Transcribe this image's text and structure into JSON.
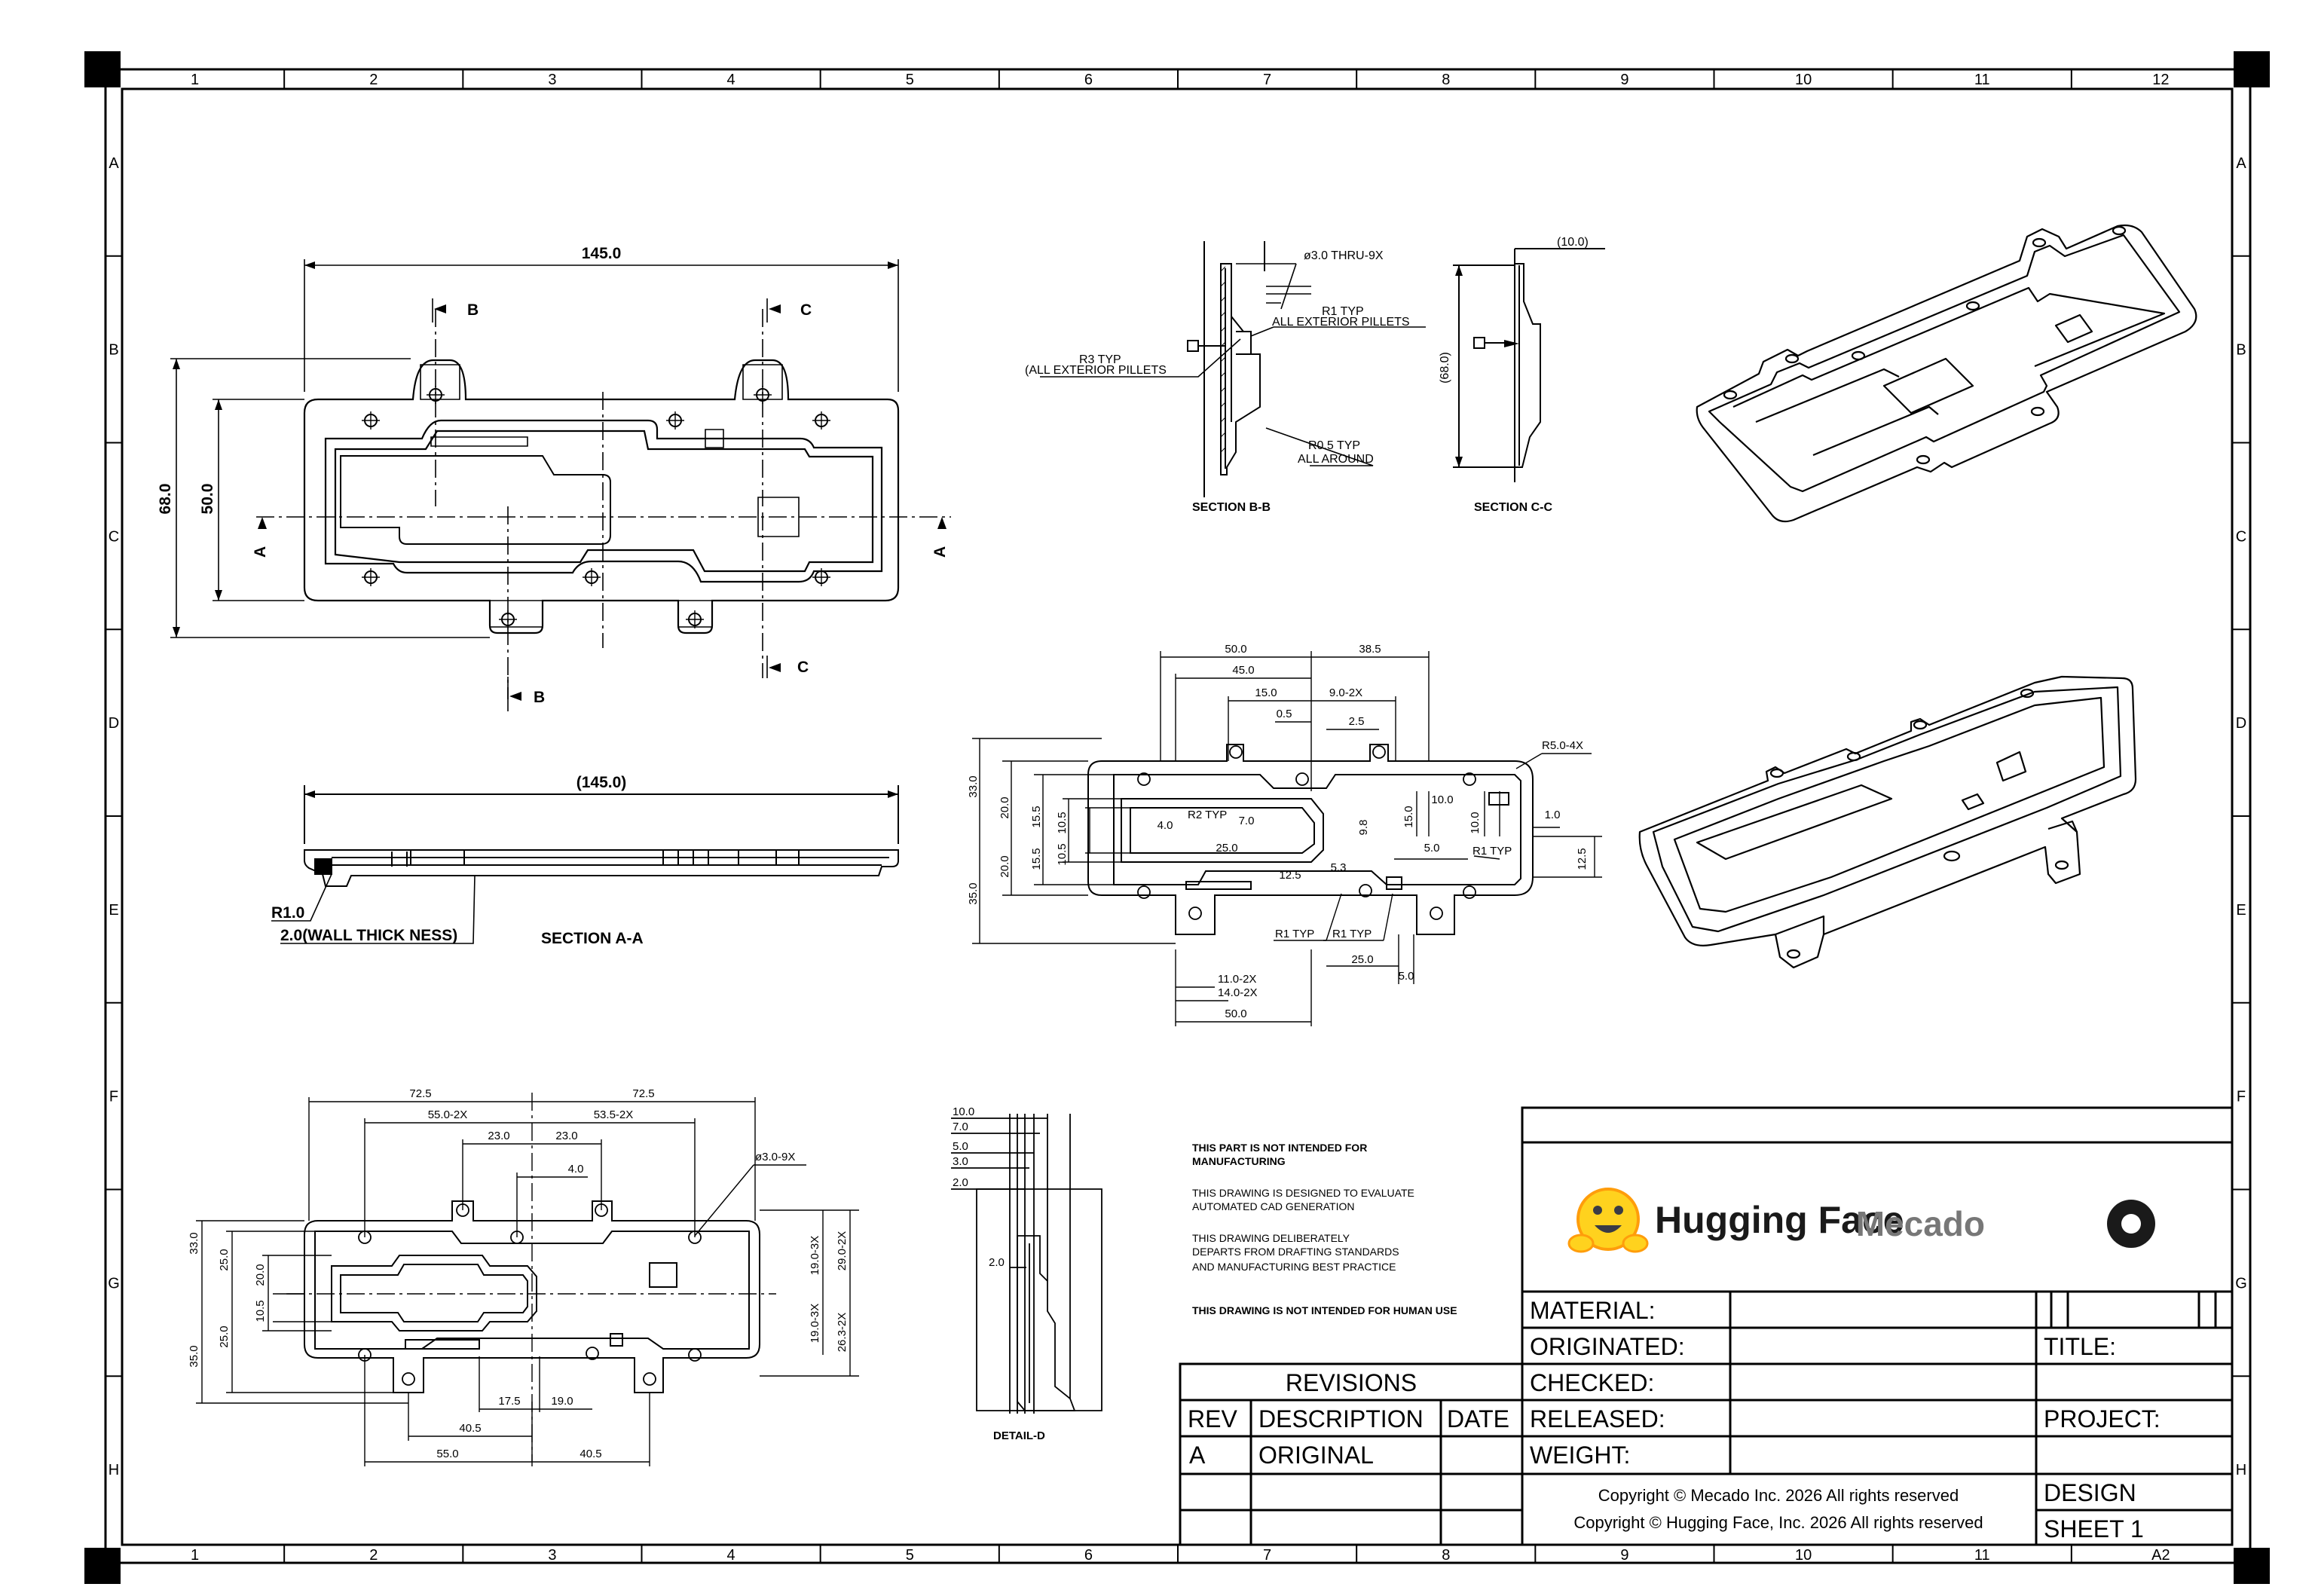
{
  "border": {
    "columns": [
      "1",
      "2",
      "3",
      "4",
      "5",
      "6",
      "7",
      "8",
      "9",
      "10",
      "11",
      "12"
    ],
    "rows": [
      "A",
      "B",
      "C",
      "D",
      "E",
      "F",
      "G",
      "H"
    ],
    "sheet_size": "A2"
  },
  "views": {
    "top": {
      "overall_length": "145.0",
      "overall_height": "68.0",
      "inner_height": "50.0",
      "section_b": "B",
      "section_c": "C",
      "section_a": "A"
    },
    "section_aa": {
      "title": "SECTION A-A",
      "length": "(145.0)",
      "radius": "R1.0",
      "wall": "2.0(WALL THICK NESS)"
    },
    "section_bb": {
      "title": "SECTION B-B",
      "hole": "ø3.0 THRU-9X",
      "r1_line1": "R1 TYP",
      "r1_line2": "ALL EXTERIOR PILLETS",
      "r3_line1": "R3 TYP",
      "r3_line2": "(ALL EXTERIOR PILLETS",
      "r05_line1": "R0.5 TYP",
      "r05_line2": "ALL AROUND"
    },
    "section_cc": {
      "title": "SECTION C-C",
      "top": "(10.0)",
      "height": "(68.0)"
    },
    "middle": {
      "d50": "50.0",
      "d385": "38.5",
      "d45": "45.0",
      "d15": "15.0",
      "d9x": "9.0-2X",
      "d05": "0.5",
      "d25": "2.5",
      "r5": "R5.0-4X",
      "d33": "33.0",
      "d20a": "20.0",
      "d155a": "15.5",
      "d105a": "10.5",
      "d35": "35.0",
      "d20b": "20.0",
      "d155b": "15.5",
      "d105b": "10.5",
      "d40": "4.0",
      "r2": "R2 TYP",
      "d70": "7.0",
      "d98": "9.8",
      "d150": "15.0",
      "d100a": "10.0",
      "d100b": "10.0",
      "d10": "1.0",
      "d125a": "12.5",
      "d250": "25.0",
      "d125b": "12.5",
      "d53": "5.3",
      "d50s": "5.0",
      "r1typ": "R1 TYP",
      "r1a": "R1 TYP",
      "r1b": "R1 TYP",
      "d250b": "25.0",
      "d11": "11.0-2X",
      "d14": "14.0-2X",
      "d50b": "5.0",
      "d50c": "50.0"
    },
    "bottom": {
      "d725a": "72.5",
      "d725b": "72.5",
      "d55x": "55.0-2X",
      "d535x": "53.5-2X",
      "d23a": "23.0",
      "d23b": "23.0",
      "d4": "4.0",
      "hole": "ø3.0-9X",
      "d33": "33.0",
      "d25a": "25.0",
      "d20": "20.0",
      "d105": "10.5",
      "d35": "35.0",
      "d25b": "25.0",
      "d19x": "19.0-3X",
      "d29x": "29.0-2X",
      "d19xb": "19.0-3X",
      "d263x": "26.3-2X",
      "d175": "17.5",
      "d190": "19.0",
      "d405a": "40.5",
      "d55": "55.0",
      "d405b": "40.5"
    },
    "detail_d": {
      "title": "DETAIL-D",
      "d10": "10.0",
      "d7": "7.0",
      "d5": "5.0",
      "d3": "3.0",
      "d2": "2.0",
      "d2b": "2.0"
    }
  },
  "notes": [
    "THIS PART IS NOT INTENDED FOR",
    "MANUFACTURING",
    "THIS DRAWING IS DESIGNED TO EVALUATE",
    "AUTOMATED CAD GENERATION",
    "THIS DRAWING DELIBERATELY",
    "DEPARTS FROM DRAFTING STANDARDS",
    "AND MANUFACTURING BEST PRACTICE",
    "THIS DRAWING IS NOT INTENDED FOR HUMAN USE"
  ],
  "title_block": {
    "logo_hf": "Hugging Face",
    "logo_mecado": "Mecado",
    "material": "MATERIAL:",
    "originated": "ORIGINATED:",
    "checked": "CHECKED:",
    "released": "RELEASED:",
    "weight": "WEIGHT:",
    "title": "TITLE:",
    "project": "PROJECT:",
    "design": "DESIGN",
    "sheet": "SHEET 1",
    "copyright_1": "Copyright © Mecado Inc. 2026 All rights reserved",
    "copyright_2": "Copyright © Hugging Face, Inc. 2026 All rights reserved"
  },
  "revisions": {
    "header": "REVISIONS",
    "col_rev": "REV",
    "col_desc": "DESCRIPTION",
    "col_date": "DATE",
    "rows": [
      {
        "rev": "A",
        "desc": "ORIGINAL",
        "date": ""
      }
    ]
  }
}
